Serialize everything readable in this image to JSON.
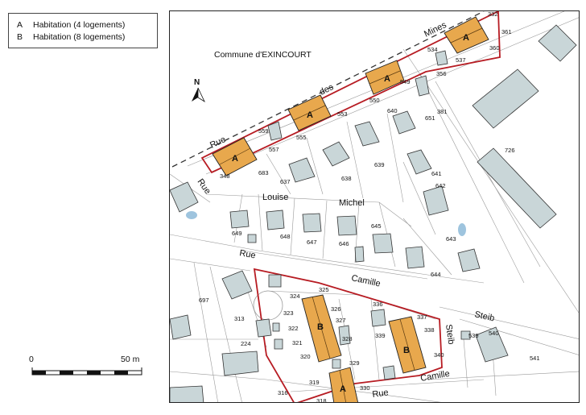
{
  "legend": {
    "items": [
      {
        "key": "A",
        "label": "Habitation (4 logements)"
      },
      {
        "key": "B",
        "label": "Habitation (8 logements)"
      }
    ]
  },
  "scale": {
    "start": "0",
    "end": "50 m"
  },
  "map": {
    "commune": "Commune d'EXINCOURT",
    "north": "N",
    "streets": {
      "rue1": "Rue",
      "des": "des",
      "mines": "Mines",
      "rue2": "Rue",
      "louise": "Louise",
      "michel": "Michel",
      "rue3": "Rue",
      "camille1": "Camille",
      "steib1": "Steib",
      "steib2": "Steib",
      "rue4": "Rue",
      "camille2": "Camille"
    },
    "building_letters": [
      "A",
      "A",
      "A",
      "A",
      "B",
      "B",
      "A"
    ],
    "parcels": [
      "332",
      "361",
      "534",
      "360",
      "537",
      "356",
      "549",
      "550",
      "381",
      "640",
      "651",
      "553",
      "555",
      "559",
      "557",
      "726",
      "348",
      "683",
      "637",
      "638",
      "639",
      "641",
      "642",
      "649",
      "648",
      "647",
      "646",
      "645",
      "643",
      "644",
      "697",
      "313",
      "324",
      "325",
      "336",
      "323",
      "326",
      "337",
      "322",
      "327",
      "338",
      "339",
      "321",
      "328",
      "340",
      "329",
      "320",
      "224",
      "319",
      "330",
      "316",
      "318",
      "539",
      "540",
      "541"
    ]
  }
}
